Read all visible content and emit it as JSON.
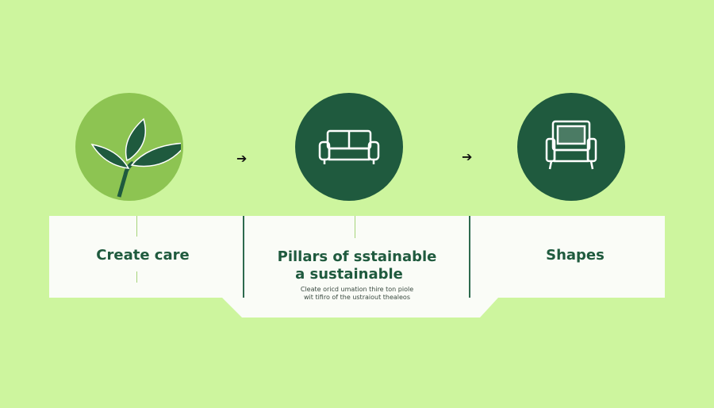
{
  "steps": [
    {
      "title": "Create care",
      "icon": "plant-icon"
    },
    {
      "title_line1": "Pillars of sstainable",
      "title_line2": "a sustainable",
      "desc_line1": "Cleate oricd umation thire ton piole",
      "desc_line2": "wit tifiro of the ustraiout thealeos",
      "icon": "sofa-icon"
    },
    {
      "title": "Shapes",
      "icon": "armchair-icon"
    }
  ],
  "arrow_glyph": "➔",
  "colors": {
    "background": "#cdf59e",
    "light_circle": "#8dc452",
    "dark_circle": "#1f5a3e",
    "text": "#1f5a3e",
    "panel": "#ffffff"
  }
}
